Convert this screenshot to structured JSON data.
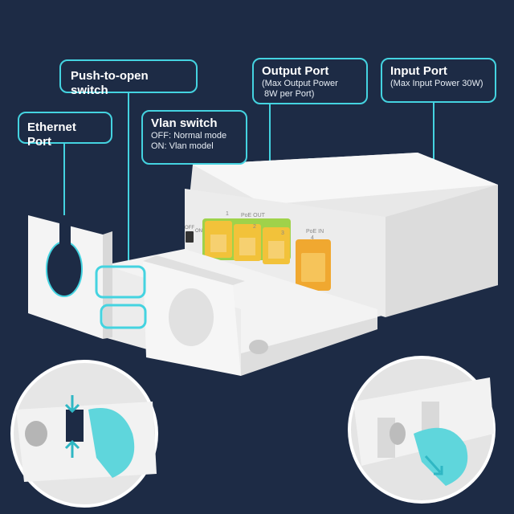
{
  "colors": {
    "background": "#1d2b45",
    "accent": "#44d3e0",
    "port_yellow": "#f2c23a",
    "port_green": "#9fd24a",
    "port_orange": "#f0a830",
    "device_white": "#f1f1f1"
  },
  "callouts": {
    "ethernet": {
      "title": "Ethernet Port"
    },
    "push": {
      "title": "Push-to-open switch"
    },
    "vlan": {
      "title": "Vlan switch",
      "line1": "OFF: Normal mode",
      "line2": "ON: Vlan model"
    },
    "output": {
      "title": "Output Port",
      "line1": "(Max Output Power",
      "line2": " 8W per Port)"
    },
    "input": {
      "title": "Input Port",
      "line1": "(Max Input Power 30W)"
    }
  },
  "device": {
    "poe_out_label": "PoE OUT",
    "poe_in_label": "PoE IN",
    "off_label": "OFF",
    "on_label": "ON",
    "port_numbers": [
      "1",
      "2",
      "3",
      "4"
    ]
  },
  "icons": {
    "insets": [
      "hand-press-icon",
      "hand-slide-icon"
    ]
  }
}
